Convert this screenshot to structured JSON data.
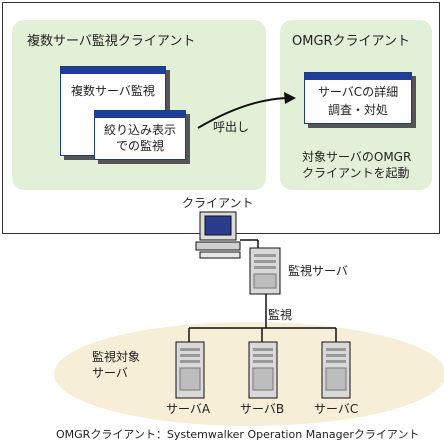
{
  "left_panel": {
    "title": "複数サーバ監視クライアント",
    "window_main": "複数サーバ監視",
    "window_filter_line1": "絞り込み表示",
    "window_filter_line2": "での監視"
  },
  "arrow_label": "呼出し",
  "right_panel": {
    "title": "OMGRクライアント",
    "window_line1": "サーバCの詳細",
    "window_line2": "調査・対処",
    "caption_line1": "対象サーバのOMGR",
    "caption_line2": "クライアントを起動"
  },
  "client_label": "クライアント",
  "monitor_server_label": "監視サーバ",
  "monitor_link_label": "監視",
  "target_group_label_line1": "監視対象",
  "target_group_label_line2": "サーバ",
  "servers": [
    "サーバA",
    "サーバB",
    "サーバC"
  ],
  "footnote": "OMGRクライアント：Systemwalker Operation Managerクライアント",
  "colors": {
    "panel_fill": "#e3f0d8",
    "window_titlebar": "#1e3f99",
    "ellipse_fill": "#f6eed6"
  }
}
